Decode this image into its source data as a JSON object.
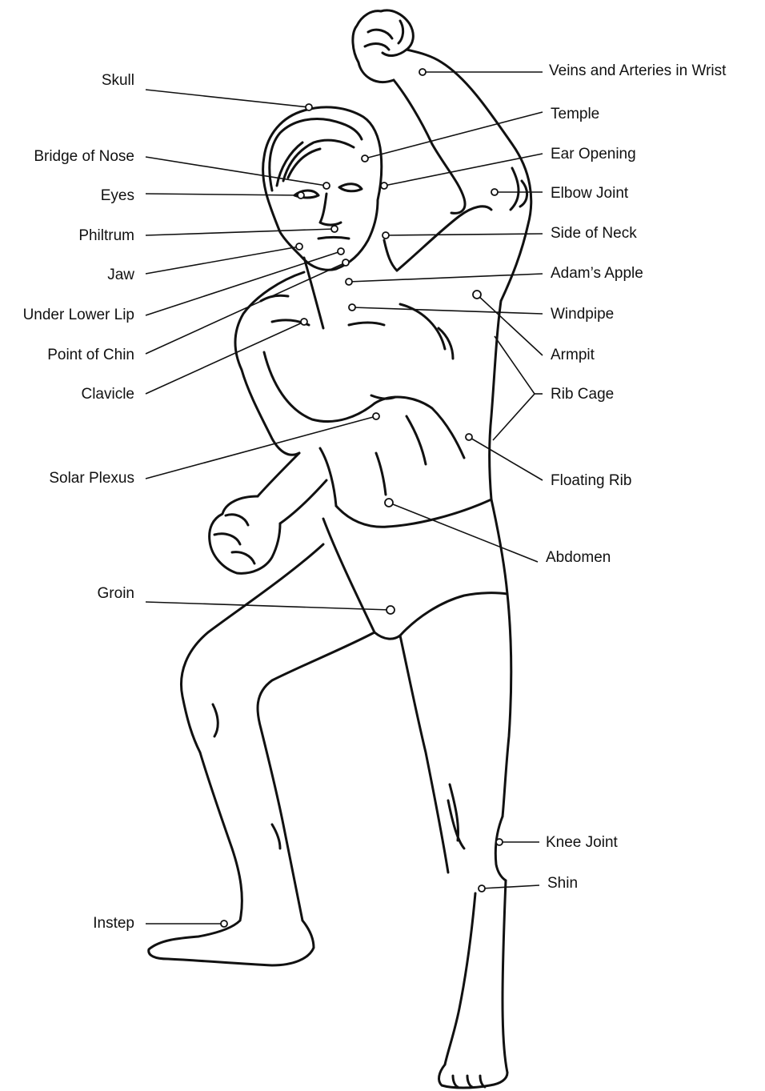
{
  "labels_left": [
    {
      "id": "skull",
      "text": "Skull"
    },
    {
      "id": "bridge",
      "text": "Bridge of Nose"
    },
    {
      "id": "eyes",
      "text": "Eyes"
    },
    {
      "id": "philtrum",
      "text": "Philtrum"
    },
    {
      "id": "jaw",
      "text": "Jaw"
    },
    {
      "id": "under-lip",
      "text": "Under Lower Lip"
    },
    {
      "id": "chin",
      "text": "Point of Chin"
    },
    {
      "id": "clavicle",
      "text": "Clavicle"
    },
    {
      "id": "solar",
      "text": "Solar Plexus"
    },
    {
      "id": "groin",
      "text": "Groin"
    },
    {
      "id": "instep",
      "text": "Instep"
    }
  ],
  "labels_right": [
    {
      "id": "wrist",
      "text": "Veins and Arteries in Wrist"
    },
    {
      "id": "temple",
      "text": "Temple"
    },
    {
      "id": "ear",
      "text": "Ear Opening"
    },
    {
      "id": "elbow",
      "text": "Elbow Joint"
    },
    {
      "id": "neck",
      "text": "Side of Neck"
    },
    {
      "id": "adam",
      "text": "Adam’s Apple"
    },
    {
      "id": "windpipe",
      "text": "Windpipe"
    },
    {
      "id": "armpit",
      "text": "Armpit"
    },
    {
      "id": "ribcage",
      "text": "Rib Cage"
    },
    {
      "id": "floating",
      "text": "Floating Rib"
    },
    {
      "id": "abdomen",
      "text": "Abdomen"
    },
    {
      "id": "knee",
      "text": "Knee Joint"
    },
    {
      "id": "shin",
      "text": "Shin"
    }
  ]
}
